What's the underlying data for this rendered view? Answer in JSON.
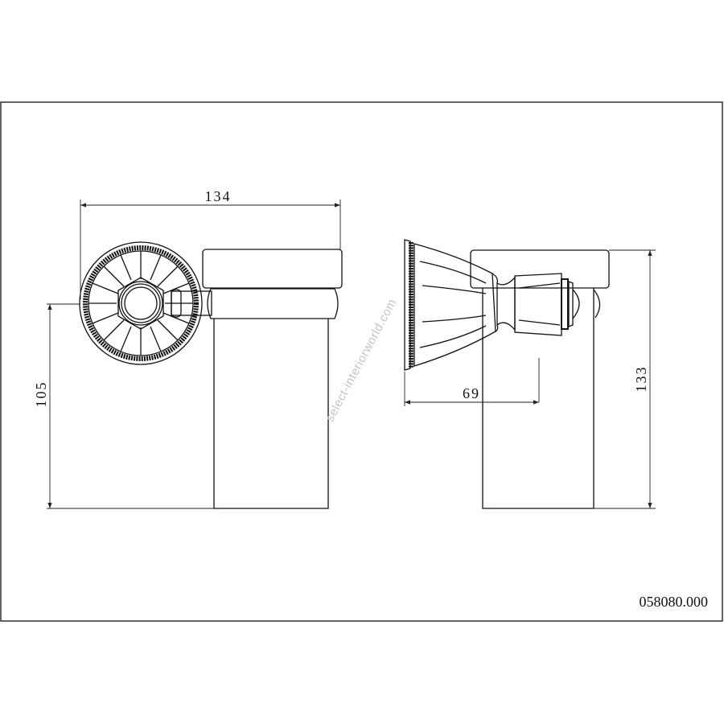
{
  "drawing": {
    "dimensions": {
      "overall_width": "134",
      "mount_height": "105",
      "projection": "69",
      "overall_height": "133"
    },
    "article_number": "058080.000",
    "watermark": "select-interiorworld.com"
  }
}
